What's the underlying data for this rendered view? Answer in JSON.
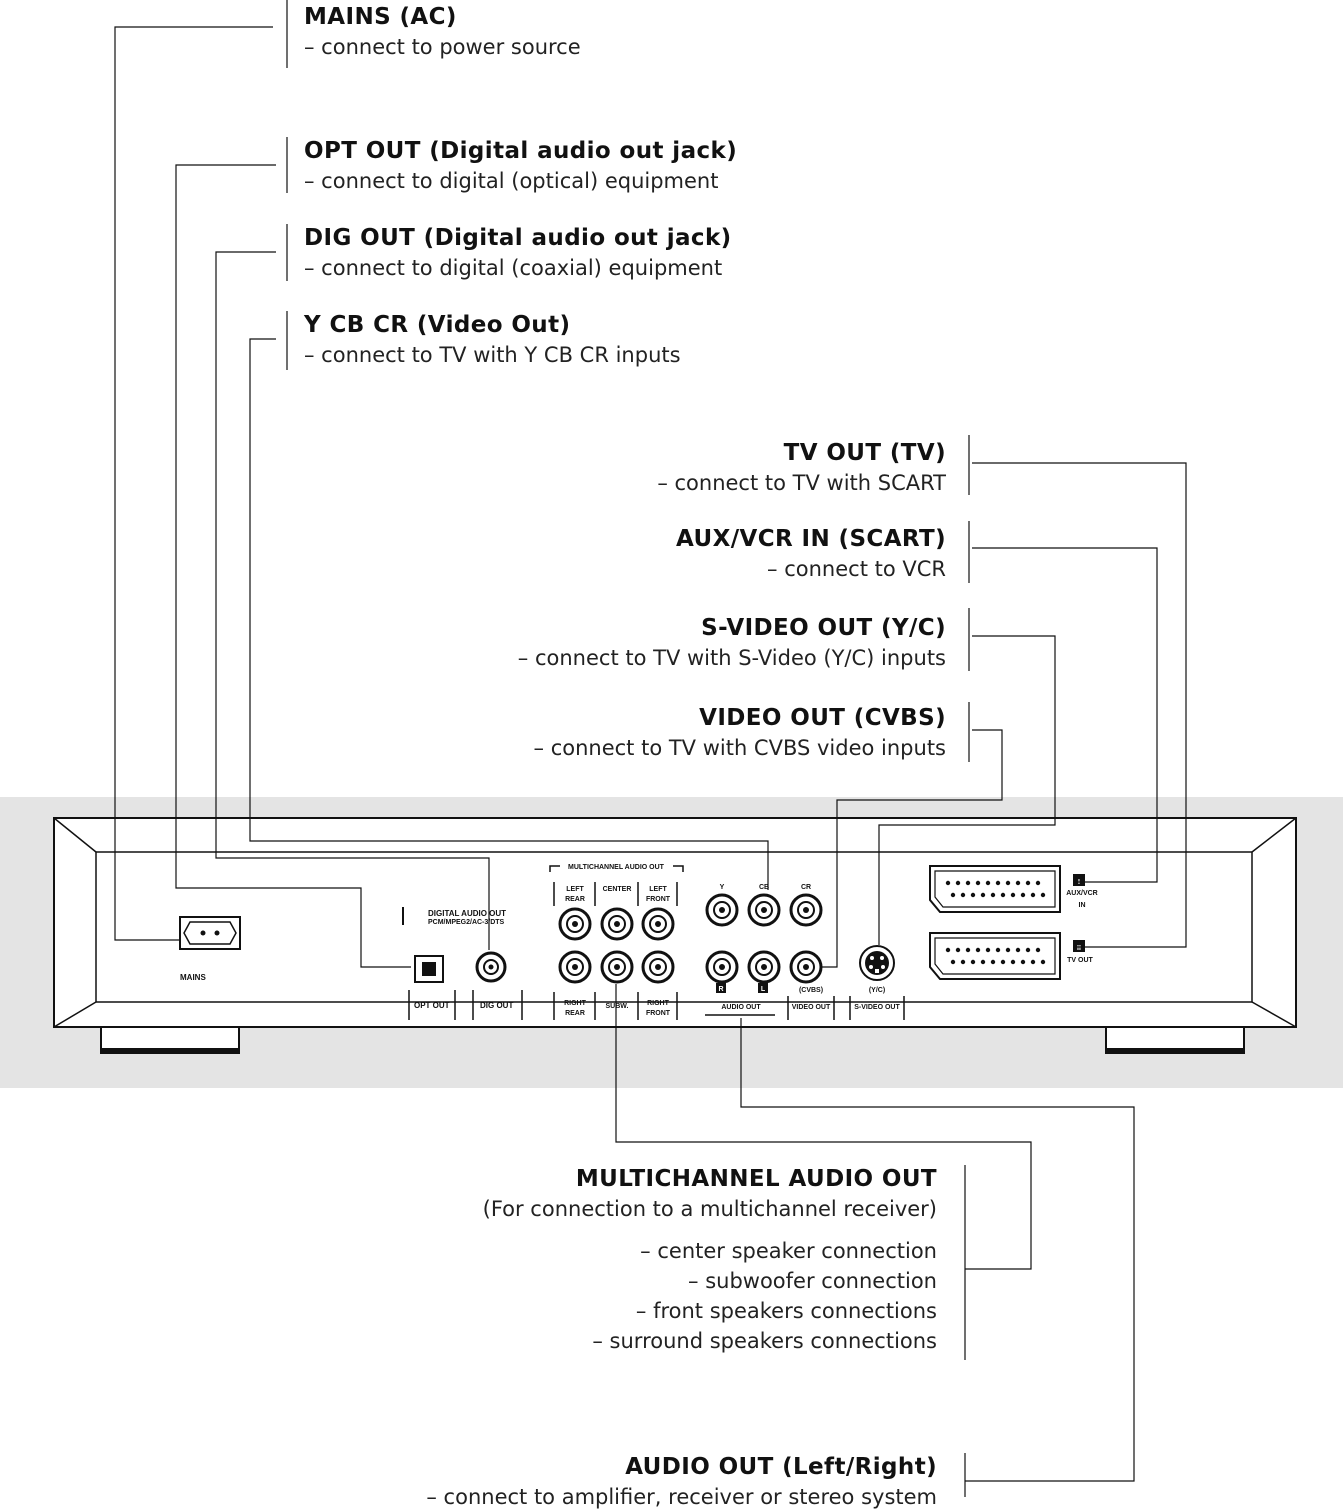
{
  "labels": {
    "mains": {
      "title": "MAINS (AC)",
      "desc": "– connect to power source"
    },
    "opt_out": {
      "title": "OPT OUT (Digital audio out jack)",
      "desc": "– connect to digital (optical) equipment"
    },
    "dig_out": {
      "title": "DIG OUT (Digital audio out jack)",
      "desc": "– connect to digital (coaxial) equipment"
    },
    "ycbcr": {
      "title": "Y CB CR (Video Out)",
      "desc": "– connect to TV with Y CB CR inputs"
    },
    "tv_out": {
      "title": "TV OUT (TV)",
      "desc": "– connect to TV with SCART"
    },
    "aux_vcr": {
      "title": "AUX/VCR IN (SCART)",
      "desc": "– connect to VCR"
    },
    "svideo": {
      "title": "S-VIDEO OUT (Y/C)",
      "desc": "– connect to  TV with S-Video (Y/C) inputs"
    },
    "video_out": {
      "title": "VIDEO OUT (CVBS)",
      "desc": "– connect to  TV with CVBS video inputs"
    },
    "multichannel": {
      "title": "MULTICHANNEL AUDIO OUT",
      "desc": "(For connection to a multichannel receiver)",
      "items": [
        "– center speaker connection",
        "– subwoofer connection",
        "– front speakers connections",
        "– surround speakers connections"
      ]
    },
    "audio_out": {
      "title": "AUDIO OUT (Left/Right)",
      "desc": "– connect to amplifier, receiver or stereo system"
    }
  },
  "panel": {
    "mains": "MAINS",
    "digital_audio_out": "DIGITAL AUDIO OUT",
    "digital_formats": "PCM/MPEG2/AC-3/DTS",
    "opt_out": "OPT OUT",
    "dig_out": "DIG OUT",
    "multichannel_audio_out": "MULTICHANNEL AUDIO OUT",
    "left": "LEFT",
    "rear": "REAR",
    "center": "CENTER",
    "front": "FRONT",
    "right": "RIGHT",
    "subw": "SUBW.",
    "y": "Y",
    "cb": "CB",
    "cr": "CR",
    "r": "R",
    "l": "L",
    "cvbs": "(CVBS)",
    "audio_out": "AUDIO OUT",
    "video_out": "VIDEO OUT",
    "yc": "(Y/C)",
    "svideo_out": "S-VIDEO OUT",
    "scart1": "I",
    "aux_vcr": "AUX/VCR",
    "in": "IN",
    "scart2": "II",
    "tv_out": "TV OUT"
  }
}
